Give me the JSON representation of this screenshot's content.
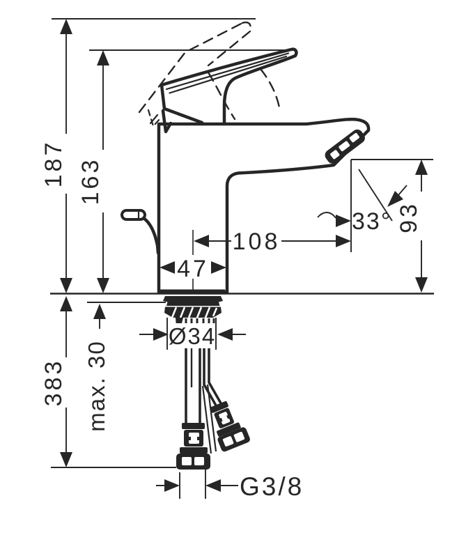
{
  "page": {
    "background": "#ffffff",
    "line_color": "#262626"
  },
  "drawing": {
    "type": "faucet-dimension-drawing",
    "dimensions": {
      "overall_height": "187",
      "handle_height": "163",
      "outlet_height": "93",
      "spout_reach": "108",
      "body_width": "47",
      "outlet_angle": "33°",
      "shank_diameter": "Ø34",
      "max_mounting_thickness": "max. 30",
      "hose_length": "383",
      "thread_size": "G3/8"
    }
  }
}
